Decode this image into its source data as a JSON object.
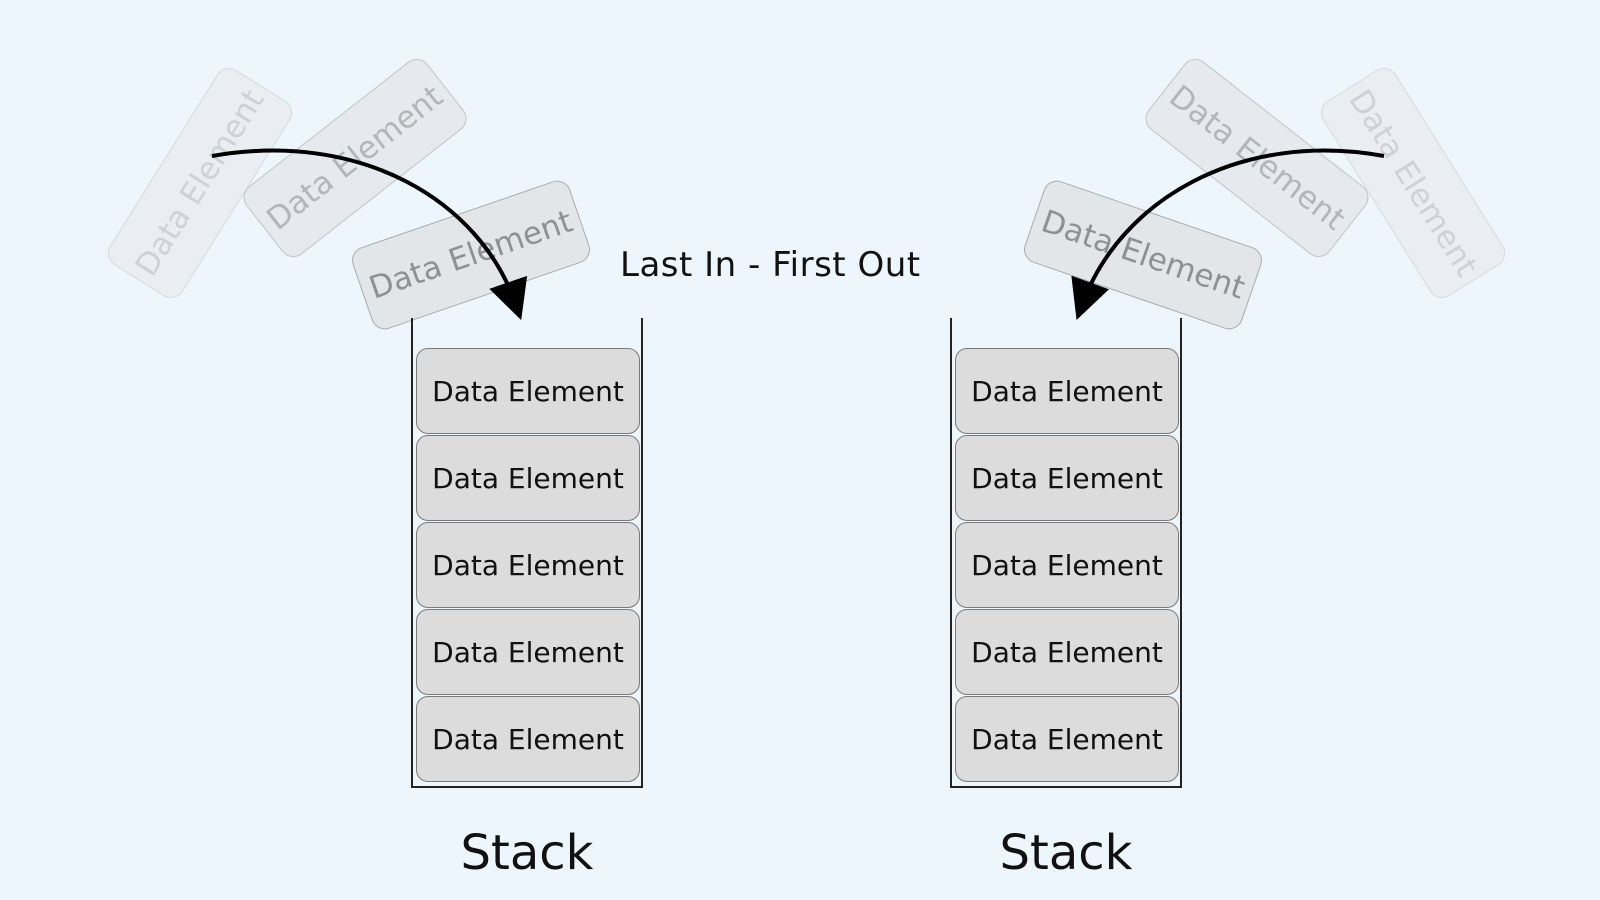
{
  "title": "Last In - First Out",
  "element_label": "Data Element",
  "stacks": [
    {
      "label": "Stack"
    },
    {
      "label": "Stack"
    }
  ]
}
